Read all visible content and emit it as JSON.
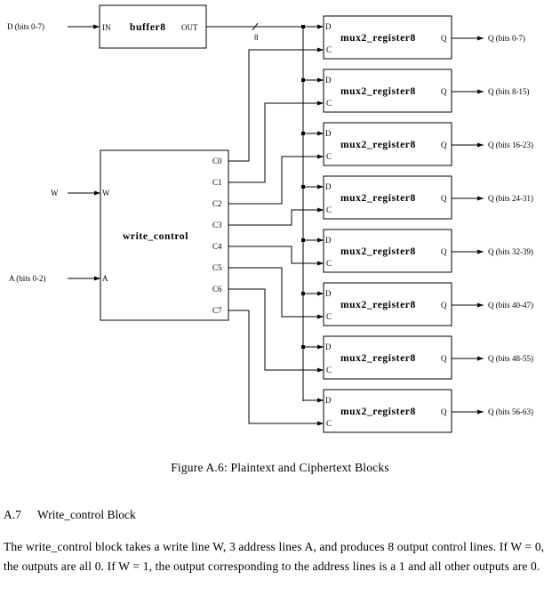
{
  "figure": {
    "inputs": {
      "d_label": "D (bits 0-7)",
      "w_label": "W",
      "a_label": "A (bits 0-2)"
    },
    "buffer": {
      "name": "buffer8",
      "in_pin": "IN",
      "out_pin": "OUT",
      "bus_width": "8"
    },
    "write_control": {
      "name": "write_control",
      "w_pin": "W",
      "a_pin": "A",
      "outputs": [
        "C0",
        "C1",
        "C2",
        "C3",
        "C4",
        "C5",
        "C6",
        "C7"
      ]
    },
    "registers": [
      {
        "name": "mux2_register8",
        "d_pin": "D",
        "c_pin": "C",
        "q_pin": "Q",
        "output": "Q (bits 0-7)"
      },
      {
        "name": "mux2_register8",
        "d_pin": "D",
        "c_pin": "C",
        "q_pin": "Q",
        "output": "Q (bits 8-15)"
      },
      {
        "name": "mux2_register8",
        "d_pin": "D",
        "c_pin": "C",
        "q_pin": "Q",
        "output": "Q (bits 16-23)"
      },
      {
        "name": "mux2_register8",
        "d_pin": "D",
        "c_pin": "C",
        "q_pin": "Q",
        "output": "Q (bits 24-31)"
      },
      {
        "name": "mux2_register8",
        "d_pin": "D",
        "c_pin": "C",
        "q_pin": "Q",
        "output": "Q (bits 32-39)"
      },
      {
        "name": "mux2_register8",
        "d_pin": "D",
        "c_pin": "C",
        "q_pin": "Q",
        "output": "Q (bits 40-47)"
      },
      {
        "name": "mux2_register8",
        "d_pin": "D",
        "c_pin": "C",
        "q_pin": "Q",
        "output": "Q (bits 48-55)"
      },
      {
        "name": "mux2_register8",
        "d_pin": "D",
        "c_pin": "C",
        "q_pin": "Q",
        "output": "Q (bits 56-63)"
      }
    ],
    "caption": "Figure A.6:  Plaintext and Ciphertext Blocks"
  },
  "section": {
    "number": "A.7",
    "title": "Write_control Block",
    "paragraph": "The write_control block takes a write line W, 3 address lines A, and produces 8 output control lines.  If W = 0, the outputs are all 0.  If W = 1, the output corresponding to the address lines is a 1 and all other outputs are 0."
  }
}
